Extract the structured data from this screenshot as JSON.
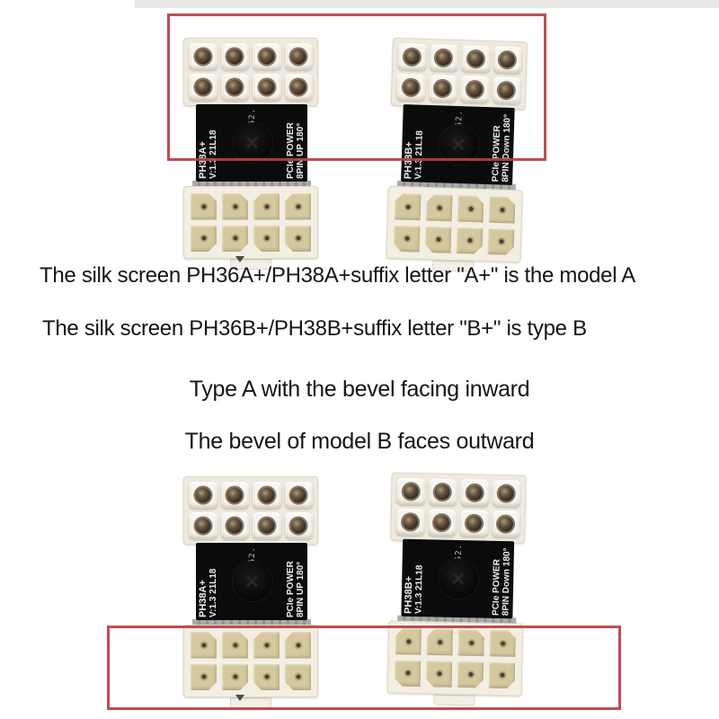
{
  "page": {
    "background": "#ffffff",
    "annotation_box_color": "#bb3e42"
  },
  "captions": {
    "line1": "The silk screen PH36A+/PH38A+suffix letter \"A+\" is the model A",
    "line2": "The silk screen PH36B+/PH38B+suffix letter \"B+\" is type B",
    "line3": "Type A with the bevel facing inward",
    "line4": "The bevel of model B faces outward"
  },
  "adapters": [
    {
      "position": "top-left",
      "type": "A",
      "model": "PH38A+",
      "version": "V:1.3 21L18",
      "chip_mark": "2 152.",
      "product": "PCIe POWER",
      "orientation": "8PIN UP 180°"
    },
    {
      "position": "top-right",
      "type": "B",
      "model": "PH38B+",
      "version": "V:1.3 21L18",
      "chip_mark": "2 152.",
      "product": "PCIe POWER",
      "orientation": "8PIN Down 180°"
    },
    {
      "position": "bottom-left",
      "type": "A",
      "model": "PH38A+",
      "version": "V:1.3 21L18",
      "chip_mark": "2 152.",
      "product": "PCIe POWER",
      "orientation": "8PIN UP 180°"
    },
    {
      "position": "bottom-right",
      "type": "B",
      "model": "PH38B+",
      "version": "V:1.3 21L18",
      "chip_mark": "2 152.",
      "product": "PCIe POWER",
      "orientation": "8PIN Down 180°"
    }
  ]
}
